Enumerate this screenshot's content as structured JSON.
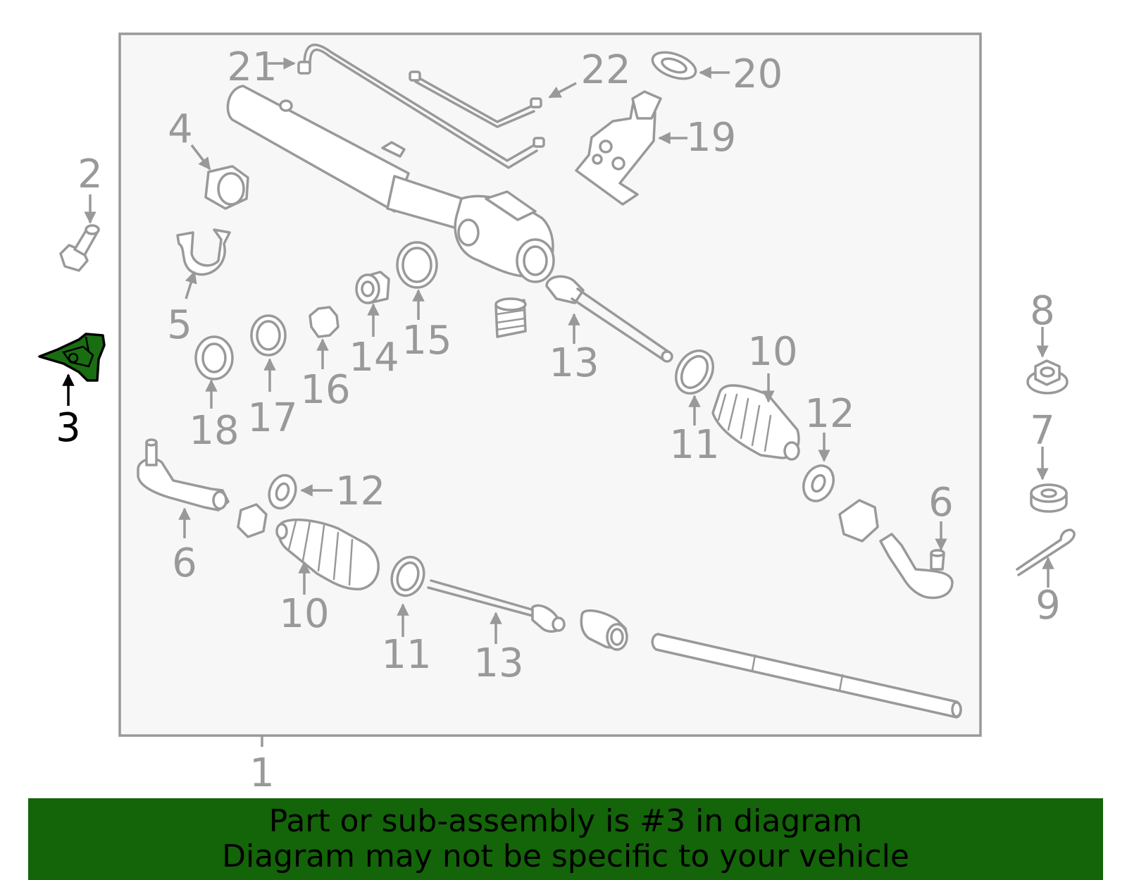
{
  "banner": {
    "line1": "Part or sub-assembly is #3 in diagram",
    "line2": "Diagram may not be specific to your vehicle"
  },
  "colors": {
    "highlight": "#1a6e12",
    "banner": "#146409",
    "part_line": "#999999",
    "frame_fill": "#f7f7f7"
  },
  "highlighted_part": "3",
  "callouts": {
    "c1": "1",
    "c2": "2",
    "c3": "3",
    "c4": "4",
    "c5": "5",
    "c6a": "6",
    "c6b": "6",
    "c7": "7",
    "c8": "8",
    "c9": "9",
    "c10a": "10",
    "c10b": "10",
    "c11a": "11",
    "c11b": "11",
    "c12a": "12",
    "c12b": "12",
    "c13a": "13",
    "c13b": "13",
    "c14": "14",
    "c15": "15",
    "c16": "16",
    "c17": "17",
    "c18": "18",
    "c19": "19",
    "c20": "20",
    "c21": "21",
    "c22": "22"
  }
}
